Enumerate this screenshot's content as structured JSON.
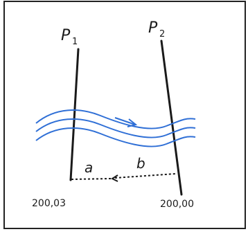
{
  "poles": [
    {
      "letter": "P",
      "index": "1"
    },
    {
      "letter": "P",
      "index": "2"
    }
  ],
  "segments": {
    "a": "a",
    "b": "b"
  },
  "values": {
    "left": "200,03",
    "right": "200,00"
  },
  "colors": {
    "ink": "#1a1a1a",
    "water": "#2f6fd6",
    "frame": "#222222"
  }
}
